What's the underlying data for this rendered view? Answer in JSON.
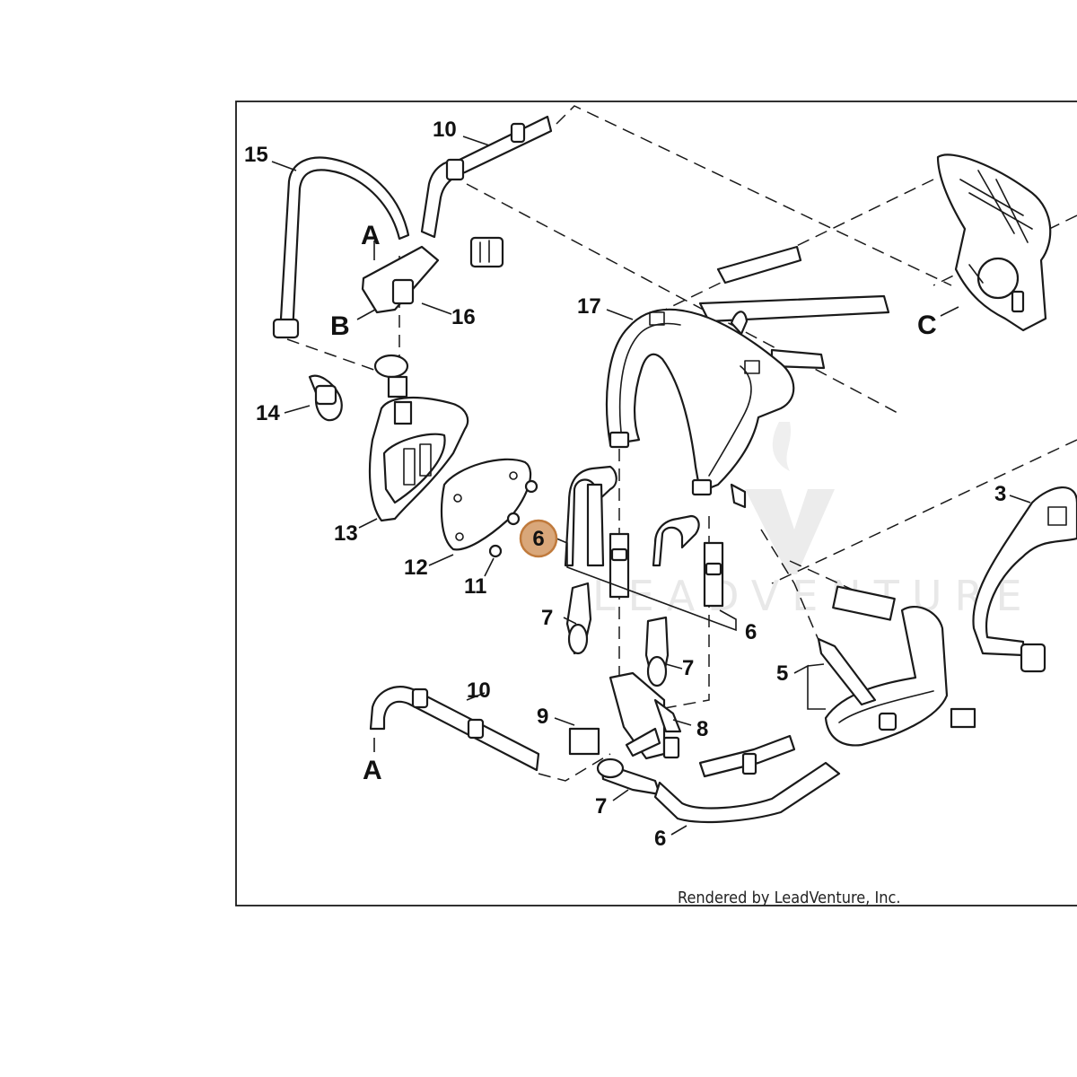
{
  "diagram": {
    "highlight_color": "#d9a77a",
    "highlight_stroke": "#c07a3c",
    "credit": "Rendered by LeadVenture, Inc.",
    "watermark": "LEADVENTURE",
    "callouts": {
      "c15": "15",
      "c10_top": "10",
      "c16": "16",
      "c17": "17",
      "c14": "14",
      "c13": "13",
      "c12": "12",
      "c11": "11",
      "c6_highlight": "6",
      "c6_mid": "6",
      "c6_bottom": "6",
      "c7_left": "7",
      "c7_mid": "7",
      "c7_bottom": "7",
      "c10_bottom": "10",
      "c9": "9",
      "c8": "8",
      "c5": "5",
      "c3": "3"
    },
    "letters": {
      "a_top": "A",
      "b": "B",
      "c": "C",
      "a_bottom": "A"
    }
  }
}
